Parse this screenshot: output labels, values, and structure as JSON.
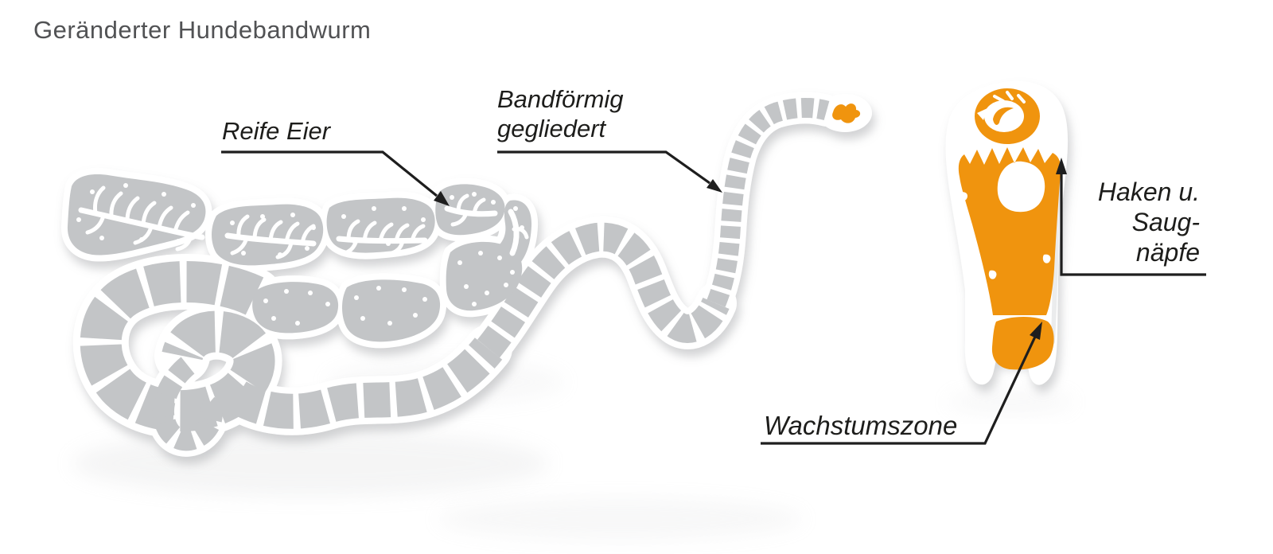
{
  "title": "Geränderter Hundebandwurm",
  "labels": {
    "reife_eier": "Reife Eier",
    "bandfoermig_line1": "Bandförmig",
    "bandfoermig_line2": "gegliedert",
    "wachstumszone": "Wachstumszone",
    "haken_line1": "Haken u.",
    "haken_line2": "Saug-",
    "haken_line3": "näpfe"
  },
  "colors": {
    "background": "#ffffff",
    "worm_gray": "#c3c5c7",
    "accent_orange": "#f0940e",
    "label_text": "#1d1d1b",
    "title_text": "#515254",
    "arrow": "#1e1e1e"
  }
}
